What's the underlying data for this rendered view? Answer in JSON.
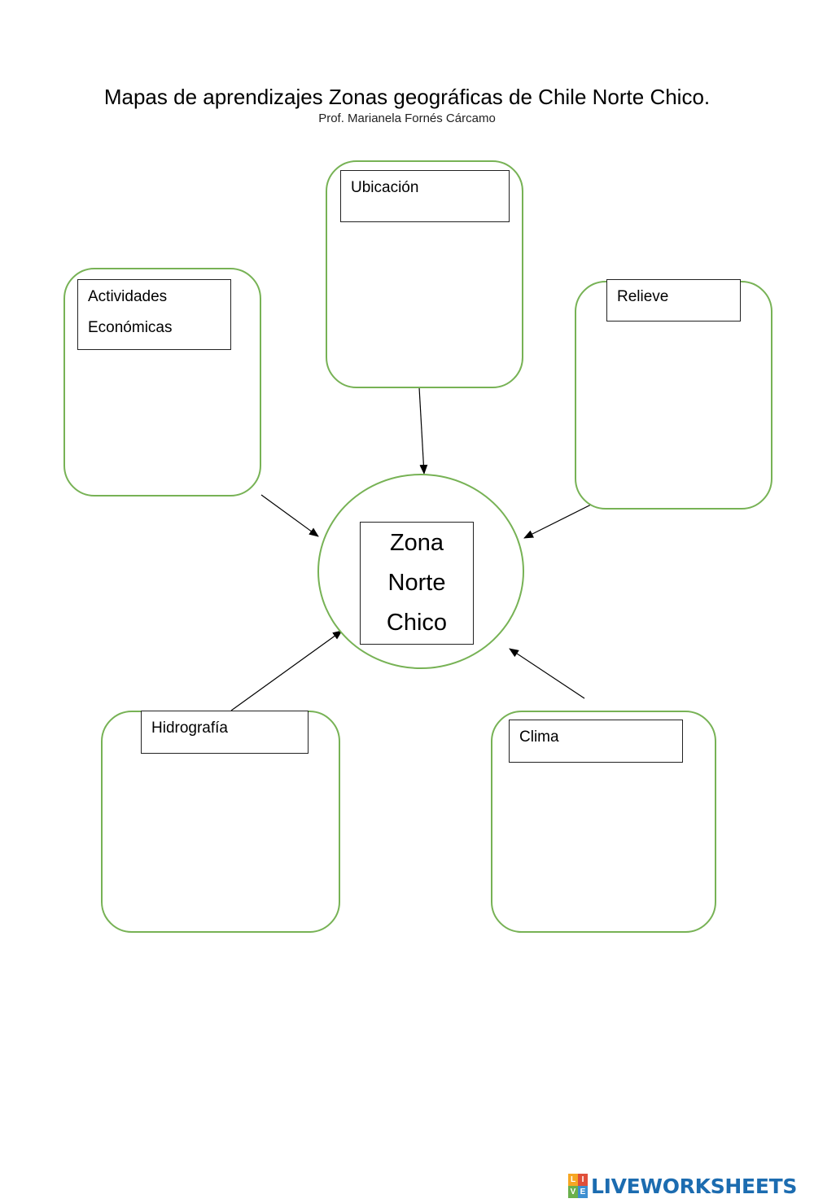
{
  "header": {
    "title": "Mapas de aprendizajes Zonas geográficas de Chile Norte Chico.",
    "subtitle": "Prof. Marianela Fornés Cárcamo"
  },
  "center": {
    "line1": "Zona",
    "line2": "Norte",
    "line3": "Chico"
  },
  "boxes": {
    "ubicacion": {
      "label": "Ubicación"
    },
    "actividades": {
      "label_line1": "Actividades",
      "label_line2": "Económicas"
    },
    "relieve": {
      "label": "Relieve"
    },
    "hidrografia": {
      "label": "Hidrografía"
    },
    "clima": {
      "label": "Clima"
    }
  },
  "colors": {
    "card_border": "#77b255",
    "arrow": "#000000",
    "logo_blue": "#1c6cb0"
  },
  "footer": {
    "logo_text": "LIVEWORKSHEETS",
    "logo_mark_letters": [
      "L",
      "I",
      "V",
      "E"
    ],
    "logo_mark_colors": [
      "#f6a623",
      "#e04f3a",
      "#6ab04c",
      "#3d8fd1"
    ]
  }
}
